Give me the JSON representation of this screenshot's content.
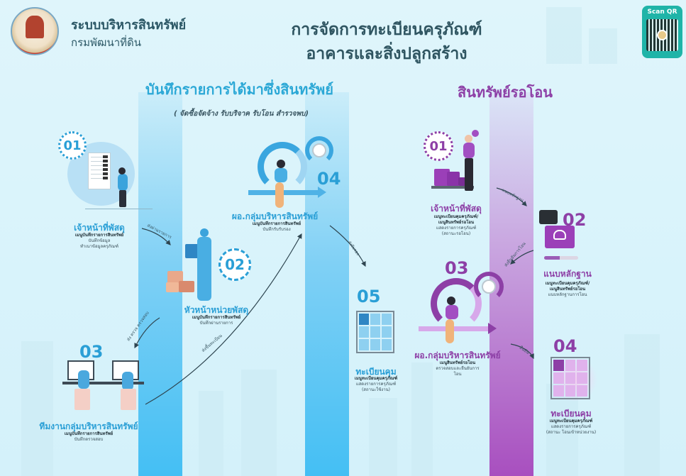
{
  "header": {
    "system_name": "ระบบบริหารสินทรัพย์",
    "department": "กรมพัฒนาที่ดิน",
    "main_title_line1": "การจัดการทะเบียนครุภัณฑ์",
    "main_title_line2": "อาคารและสิ่งปลูกสร้าง",
    "qr_label": "Scan QR"
  },
  "colors": {
    "blue_accent": "#2a9fd6",
    "purple_accent": "#8d3fa6",
    "background": "#dff5fb",
    "qr_card": "#1fb4a8"
  },
  "acquisition": {
    "title": "บันทึกรายการได้มาซึ่งสินทรัพย์",
    "subtitle": "( จัดซื้อจัดจ้าง รับบริจาค รับโอน สำรวจพบ)",
    "steps": [
      {
        "num": "01",
        "role": "เจ้าหน้าที่พัสดุ",
        "menu": "เมนูบันทึกรายการสินทรัพย์",
        "detail1": "บันทึกข้อมูล",
        "detail2": "ทำเนาข้อมูลครุภัณฑ์"
      },
      {
        "num": "02",
        "role": "หัวหน้าหน่วยพัสดุ",
        "menu": "เมนูบันทึกรายการสินทรัพย์",
        "detail1": "บันทึกผ่านรายการ",
        "detail2": ""
      },
      {
        "num": "03",
        "role": "ทีมงานกลุ่มบริหารสินทรัพย์",
        "menu": "เมนูบันทึกรายการสินทรัพย์",
        "detail1": "บันทึกตรวจสอบ",
        "detail2": ""
      },
      {
        "num": "04",
        "role": "ผอ.กลุ่มบริหารสินทรัพย์",
        "menu": "เมนูบันทึกรายการสินทรัพย์",
        "detail1": "บันทึกรับรับรอง",
        "detail2": ""
      },
      {
        "num": "05",
        "role": "ทะเบียนคุม",
        "menu": "เมนูทะเบียนคุมครุภัณฑ์",
        "detail1": "แสดงรายการครุภัณฑ์",
        "detail2": "(สถานะใช้งาน)"
      }
    ],
    "arrows": [
      "ส่งผ่านรายการ",
      "ส่ง ตรวจ ตรวจสอบ",
      "ส่งรับรอง",
      "ส่งขึ้นทะเบียน"
    ]
  },
  "pending_transfer": {
    "title": "สินทรัพย์รอโอน",
    "steps": [
      {
        "num": "01",
        "role": "เจ้าหน้าที่พัสดุ",
        "menu": "เมนูทะเบียนคุมครุภัณฑ์/",
        "menu2": "เมนูสินทรัพย์รอโอน",
        "detail1": "แสดงรายการครุภัณฑ์",
        "detail2": "(สถานะรอโอน)"
      },
      {
        "num": "02",
        "role": "แนบหลักฐาน",
        "menu": "เมนูทะเบียนคุมครุภัณฑ์/",
        "menu2": "เมนูสินทรัพย์รอโอน",
        "detail1": "แนบหลักฐานการโอน",
        "detail2": ""
      },
      {
        "num": "03",
        "role": "ผอ.กลุ่มบริหารสินทรัพย์",
        "menu": "เมนูสินทรัพย์รอโอน",
        "menu2": "",
        "detail1": "ตรวจสอบและยืนยันการ",
        "detail2": "โอน"
      },
      {
        "num": "04",
        "role": "ทะเบียนคุม",
        "menu": "เมนูทะเบียนคุมครุภัณฑ์",
        "menu2": "",
        "detail1": "แสดงรายการครุภัณฑ์",
        "detail2": "(สถานะ โอนเข้าหน่วยงาน)"
      }
    ],
    "arrows": [
      "แนบหลักฐาน",
      "ส่งยืนยันการโอน",
      "ยืนยัน"
    ]
  }
}
